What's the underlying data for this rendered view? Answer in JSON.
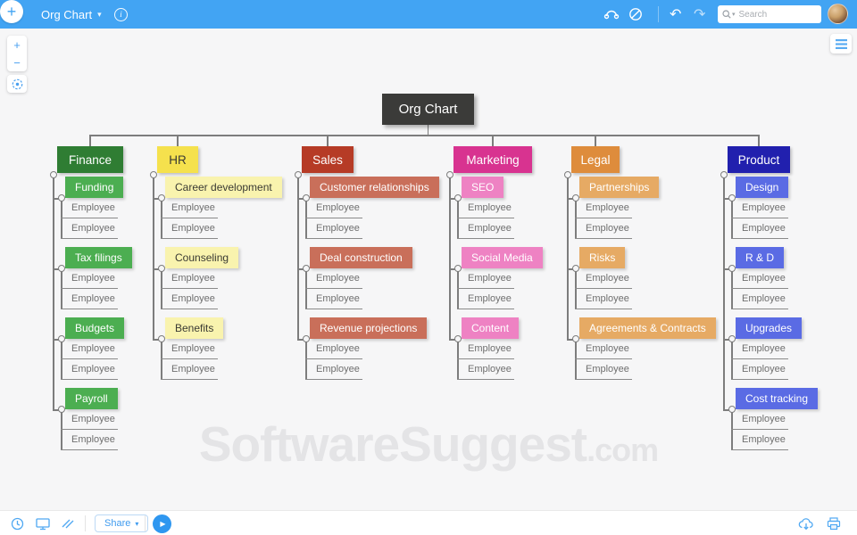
{
  "header": {
    "title": "Org Chart",
    "search_placeholder": "Search",
    "accent_color": "#42a4f3"
  },
  "toolbar": {
    "share_label": "Share"
  },
  "watermark": {
    "main": "SoftwareSuggest",
    "suffix": ".com"
  },
  "icons": {
    "back": "‹",
    "dropdown-caret": "▾",
    "plus": "+",
    "undo": "↶",
    "redo": "↷",
    "play": "▶",
    "zoom-in": "+",
    "zoom-out": "−"
  },
  "chart": {
    "root": "Org Chart",
    "root_color": "#3b3b39",
    "line_color": "#7d7d7d",
    "departments": [
      {
        "name": "Finance",
        "color": "#2f7d33",
        "text": "#ffffff",
        "sub_color": "#4cae51",
        "sub_text": "#ffffff",
        "groups": [
          {
            "label": "Funding",
            "employees": [
              "Employee",
              "Employee"
            ]
          },
          {
            "label": "Tax filings",
            "employees": [
              "Employee",
              "Employee"
            ]
          },
          {
            "label": "Budgets",
            "employees": [
              "Employee",
              "Employee"
            ]
          },
          {
            "label": "Payroll",
            "employees": [
              "Employee",
              "Employee"
            ]
          }
        ]
      },
      {
        "name": "HR",
        "color": "#f5e14d",
        "text": "#3a3a33",
        "sub_color": "#f9f3ae",
        "sub_text": "#3a3a33",
        "groups": [
          {
            "label": "Career development",
            "employees": [
              "Employee",
              "Employee"
            ]
          },
          {
            "label": "Counseling",
            "employees": [
              "Employee",
              "Employee"
            ]
          },
          {
            "label": "Benefits",
            "employees": [
              "Employee",
              "Employee"
            ]
          }
        ]
      },
      {
        "name": "Sales",
        "color": "#b63b26",
        "text": "#ffffff",
        "sub_color": "#c96f5a",
        "sub_text": "#ffffff",
        "groups": [
          {
            "label": "Customer relationships",
            "employees": [
              "Employee",
              "Employee"
            ]
          },
          {
            "label": "Deal construction",
            "employees": [
              "Employee",
              "Employee"
            ]
          },
          {
            "label": "Revenue projections",
            "employees": [
              "Employee",
              "Employee"
            ]
          }
        ]
      },
      {
        "name": "Marketing",
        "color": "#d83390",
        "text": "#ffffff",
        "sub_color": "#ee82c3",
        "sub_text": "#ffffff",
        "groups": [
          {
            "label": "SEO",
            "employees": [
              "Employee",
              "Employee"
            ]
          },
          {
            "label": "Social Media",
            "employees": [
              "Employee",
              "Employee"
            ]
          },
          {
            "label": "Content",
            "employees": [
              "Employee",
              "Employee"
            ]
          }
        ]
      },
      {
        "name": "Legal",
        "color": "#de8c3c",
        "text": "#ffffff",
        "sub_color": "#e6aa64",
        "sub_text": "#ffffff",
        "groups": [
          {
            "label": "Partnerships",
            "employees": [
              "Employee",
              "Employee"
            ]
          },
          {
            "label": "Risks",
            "employees": [
              "Employee",
              "Employee"
            ]
          },
          {
            "label": "Agreements & Contracts",
            "employees": [
              "Employee",
              "Employee"
            ]
          }
        ]
      },
      {
        "name": "Product",
        "color": "#2120ae",
        "text": "#ffffff",
        "sub_color": "#5a6be4",
        "sub_text": "#ffffff",
        "groups": [
          {
            "label": "Design",
            "employees": [
              "Employee",
              "Employee"
            ]
          },
          {
            "label": "R & D",
            "employees": [
              "Employee",
              "Employee"
            ]
          },
          {
            "label": "Upgrades",
            "employees": [
              "Employee",
              "Employee"
            ]
          },
          {
            "label": "Cost tracking",
            "employees": [
              "Employee",
              "Employee"
            ]
          }
        ]
      }
    ]
  }
}
